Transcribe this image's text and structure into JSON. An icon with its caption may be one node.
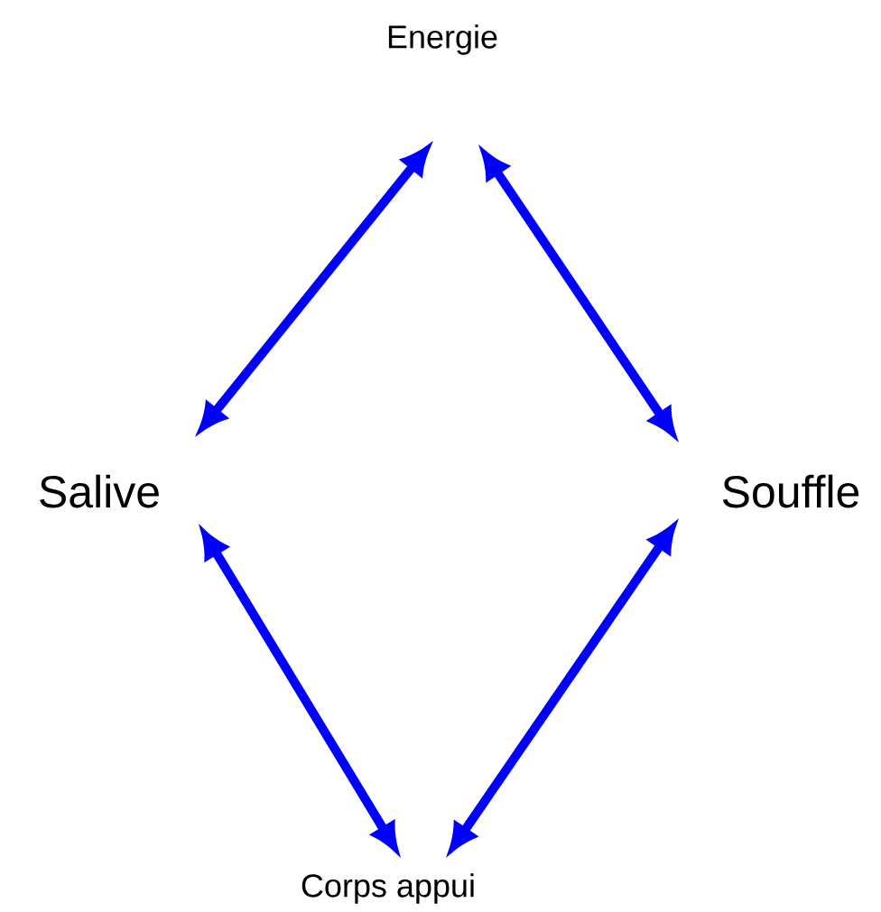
{
  "diagram": {
    "nodes": [
      {
        "text": [
          "Energie"
        ]
      },
      {
        "text": [
          "Salive"
        ]
      },
      {
        "text": [
          "Souffle"
        ]
      },
      {
        "text": [
          "Corps appui"
        ]
      }
    ],
    "edges": [
      {
        "from": 0,
        "to": 1,
        "arrow": "both"
      },
      {
        "from": 0,
        "to": 2,
        "arrow": "both"
      },
      {
        "from": 1,
        "to": 3,
        "arrow": "both"
      },
      {
        "from": 2,
        "to": 3,
        "arrow": "both"
      }
    ]
  }
}
